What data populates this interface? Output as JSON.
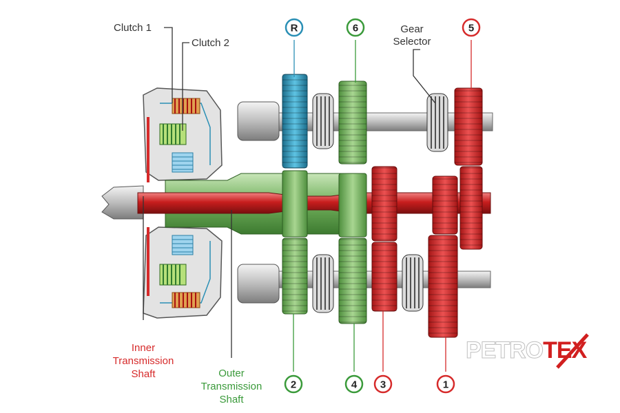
{
  "labels": {
    "clutch1": "Clutch 1",
    "clutch2": "Clutch 2",
    "gear_selector_line1": "Gear",
    "gear_selector_line2": "Selector",
    "inner_shaft_line1": "Inner",
    "inner_shaft_line2": "Transmission",
    "inner_shaft_line3": "Shaft",
    "outer_shaft_line1": "Outer",
    "outer_shaft_line2": "Transmission",
    "outer_shaft_line3": "Shaft"
  },
  "gear_markers": {
    "reverse": "R",
    "sixth": "6",
    "fifth": "5",
    "second": "2",
    "fourth": "4",
    "third": "3",
    "first": "1"
  },
  "logo": {
    "part1": "PETRO",
    "part2": "TEX"
  },
  "colors": {
    "red": "#d62a2a",
    "green": "#3a9a3a",
    "blue": "#2a8fb5",
    "grey": "#b9b9b9",
    "dark": "#333333"
  }
}
